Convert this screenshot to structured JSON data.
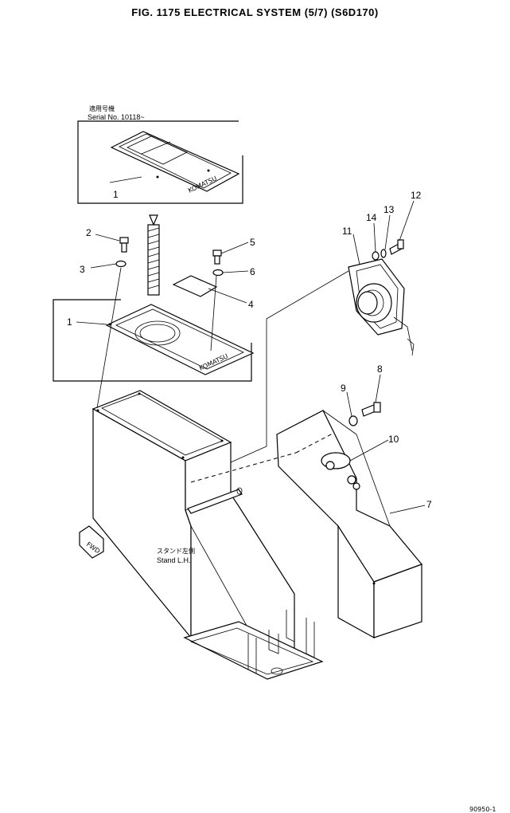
{
  "title": "FIG. 1175   ELECTRICAL SYSTEM (5/7) (S6D170)",
  "notes": {
    "serial_jp": "適用号機",
    "serial": "Serial No. 10118~",
    "stand_jp": "スタンド左側",
    "stand": "Stand L.H.",
    "fwd": "FWD"
  },
  "plate_brand": "KOMATSU",
  "part_callouts": [
    "1",
    "2",
    "3",
    "5",
    "6",
    "4",
    "1",
    "11",
    "14",
    "13",
    "12",
    "8",
    "9",
    "10",
    "7"
  ],
  "footer_code": "90950-1"
}
